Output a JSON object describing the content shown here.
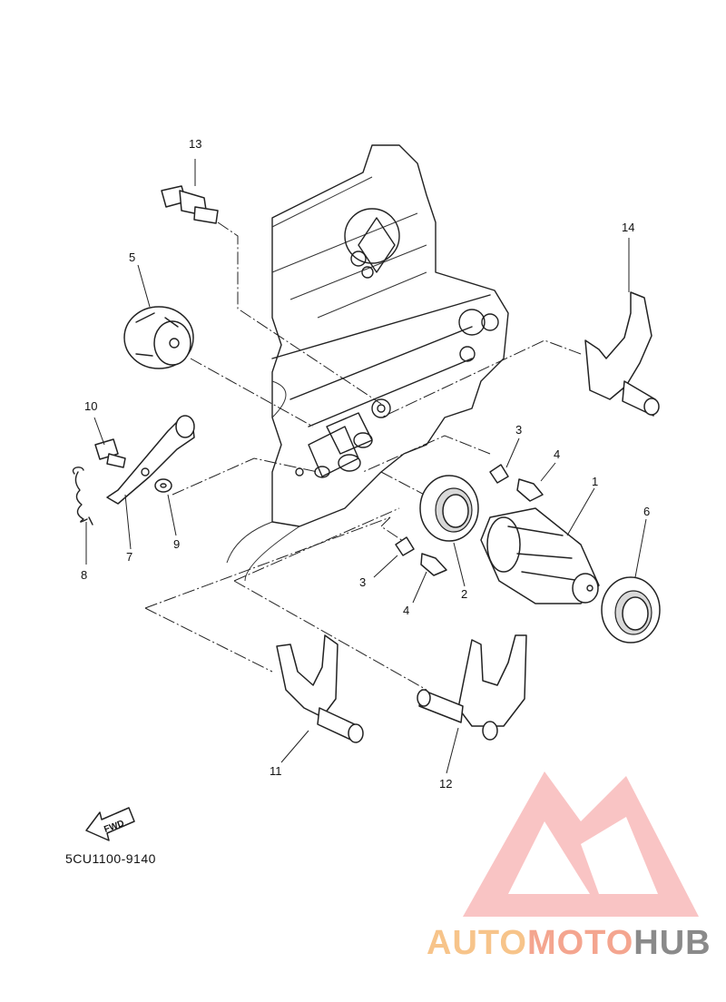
{
  "callouts": [
    {
      "id": "1",
      "label": "1"
    },
    {
      "id": "2",
      "label": "2"
    },
    {
      "id": "3a",
      "label": "3"
    },
    {
      "id": "3b",
      "label": "3"
    },
    {
      "id": "4a",
      "label": "4"
    },
    {
      "id": "4b",
      "label": "4"
    },
    {
      "id": "5",
      "label": "5"
    },
    {
      "id": "6",
      "label": "6"
    },
    {
      "id": "7",
      "label": "7"
    },
    {
      "id": "8",
      "label": "8"
    },
    {
      "id": "9",
      "label": "9"
    },
    {
      "id": "10",
      "label": "10"
    },
    {
      "id": "11",
      "label": "11"
    },
    {
      "id": "12",
      "label": "12"
    },
    {
      "id": "13",
      "label": "13"
    },
    {
      "id": "14",
      "label": "14"
    }
  ],
  "fwd_label": "FWD",
  "part_code": "5CU1100-9140",
  "watermark": {
    "part1": "AUTO",
    "part2": "MOTO",
    "part3": "HUB",
    "colors": {
      "auto": "#f7c48a",
      "moto": "#f4a58f",
      "hub": "#8a8a8a",
      "logo": "#f5a3a3"
    }
  }
}
